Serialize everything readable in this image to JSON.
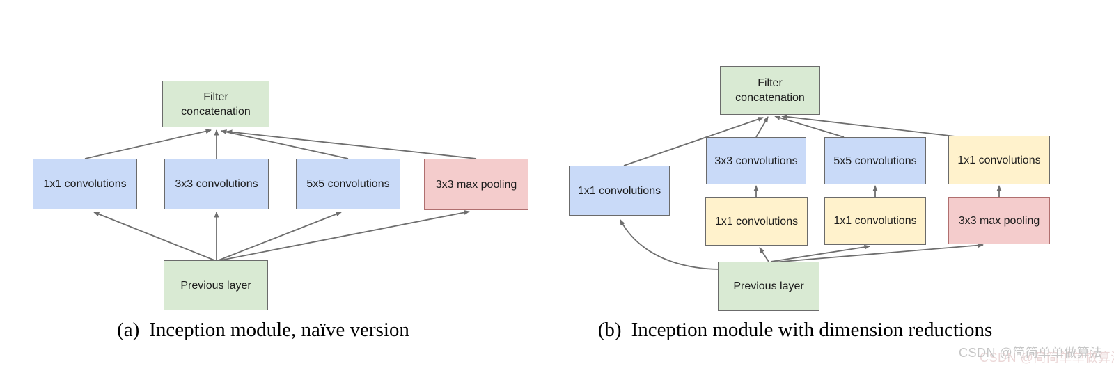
{
  "diagram_a": {
    "caption_prefix": "(a)",
    "caption": "Inception module, naïve version",
    "boxes": {
      "filter_concat": "Filter concatenation",
      "conv1x1": "1x1 convolutions",
      "conv3x3": "3x3 convolutions",
      "conv5x5": "5x5 convolutions",
      "maxpool": "3x3 max pooling",
      "previous": "Previous layer"
    }
  },
  "diagram_b": {
    "caption_prefix": "(b)",
    "caption": "Inception module with dimension reductions",
    "boxes": {
      "filter_concat": "Filter concatenation",
      "conv1x1_left": "1x1 convolutions",
      "conv3x3": "3x3 convolutions",
      "conv5x5": "5x5 convolutions",
      "conv1x1_right": "1x1 convolutions",
      "reduce1x1_a": "1x1 convolutions",
      "reduce1x1_b": "1x1 convolutions",
      "maxpool": "3x3 max pooling",
      "previous": "Previous layer"
    }
  },
  "watermark": "CSDN @简简单单做算法",
  "colors": {
    "green_fill": "#d9ead3",
    "blue_fill": "#c9daf8",
    "yellow_fill": "#fff2cc",
    "pink_fill": "#f4cccc",
    "box_border": "#6b6b6b",
    "pink_border": "#b06f6f",
    "arrow": "#6e6e6e",
    "watermark": "#c6c6c6"
  }
}
